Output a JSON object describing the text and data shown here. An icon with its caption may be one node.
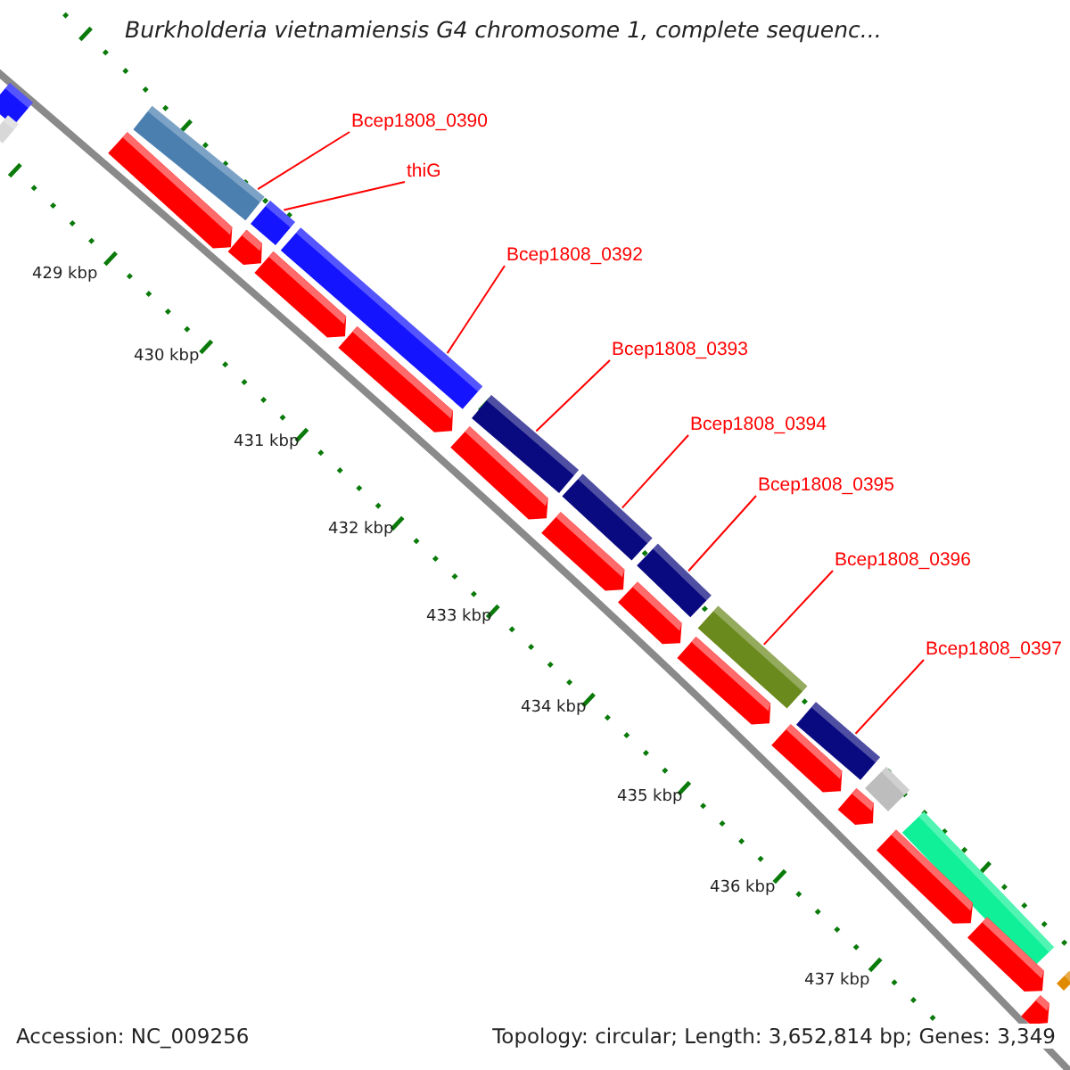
{
  "diagram": {
    "title": "Burkholderia vietnamiensis G4 chromosome 1, complete sequenc...",
    "nodes": [
      {
        "text": [
          "Bcep1808_0390"
        ]
      },
      {
        "text": [
          "thiG"
        ]
      },
      {
        "text": [
          "Bcep1808_0392"
        ]
      },
      {
        "text": [
          "Bcep1808_0393"
        ]
      },
      {
        "text": [
          "Bcep1808_0394"
        ]
      },
      {
        "text": [
          "Bcep1808_0395"
        ]
      },
      {
        "text": [
          "Bcep1808_0396"
        ]
      },
      {
        "text": [
          "Bcep1808_0397"
        ]
      },
      {
        "text": [],
        "shape": "bar"
      },
      {
        "text": [],
        "shape": "bar"
      },
      {
        "text": [],
        "shape": "bar"
      },
      {
        "text": [],
        "shape": "bar"
      },
      {
        "text": [],
        "shape": "bar"
      },
      {
        "text": [],
        "shape": "bar"
      },
      {
        "text": [],
        "shape": "bar"
      },
      {
        "text": [],
        "shape": "bar"
      },
      {
        "text": [],
        "shape": "bar"
      },
      {
        "text": [],
        "shape": "bar"
      },
      {
        "text": [],
        "shape": "bar"
      },
      {
        "text": [],
        "shape": "bar"
      },
      {
        "text": [],
        "shape": "bar"
      },
      {
        "text": [],
        "shape": "arrow"
      },
      {
        "text": [],
        "shape": "arrow"
      },
      {
        "text": [],
        "shape": "arrow"
      },
      {
        "text": [],
        "shape": "arrow"
      },
      {
        "text": [],
        "shape": "arrow"
      },
      {
        "text": [],
        "shape": "arrow"
      },
      {
        "text": [],
        "shape": "arrow"
      },
      {
        "text": [],
        "shape": "arrow"
      },
      {
        "text": [],
        "shape": "arrow"
      },
      {
        "text": [],
        "shape": "arrow"
      },
      {
        "text": [],
        "shape": "arrow"
      },
      {
        "text": [],
        "shape": "arrow"
      },
      {
        "text": [],
        "shape": "arrow"
      }
    ],
    "edges": [
      {
        "from": 0,
        "to": 9,
        "arrow": "none"
      },
      {
        "from": 1,
        "to": 10,
        "arrow": "none"
      },
      {
        "from": 2,
        "to": 11,
        "arrow": "none"
      },
      {
        "from": 3,
        "to": 12,
        "arrow": "none"
      },
      {
        "from": 4,
        "to": 13,
        "arrow": "none"
      },
      {
        "from": 5,
        "to": 14,
        "arrow": "none"
      },
      {
        "from": 6,
        "to": 15,
        "arrow": "none"
      },
      {
        "from": 7,
        "to": 16,
        "arrow": "none"
      }
    ],
    "labels": [
      "429 kbp",
      "430 kbp",
      "431 kbp",
      "432 kbp",
      "433 kbp",
      "434 kbp",
      "435 kbp",
      "436 kbp",
      "437 kbp",
      "Accession: NC_009256",
      "Topology: circular; Length: 3,652,814 bp; Genes: 3,349"
    ]
  }
}
